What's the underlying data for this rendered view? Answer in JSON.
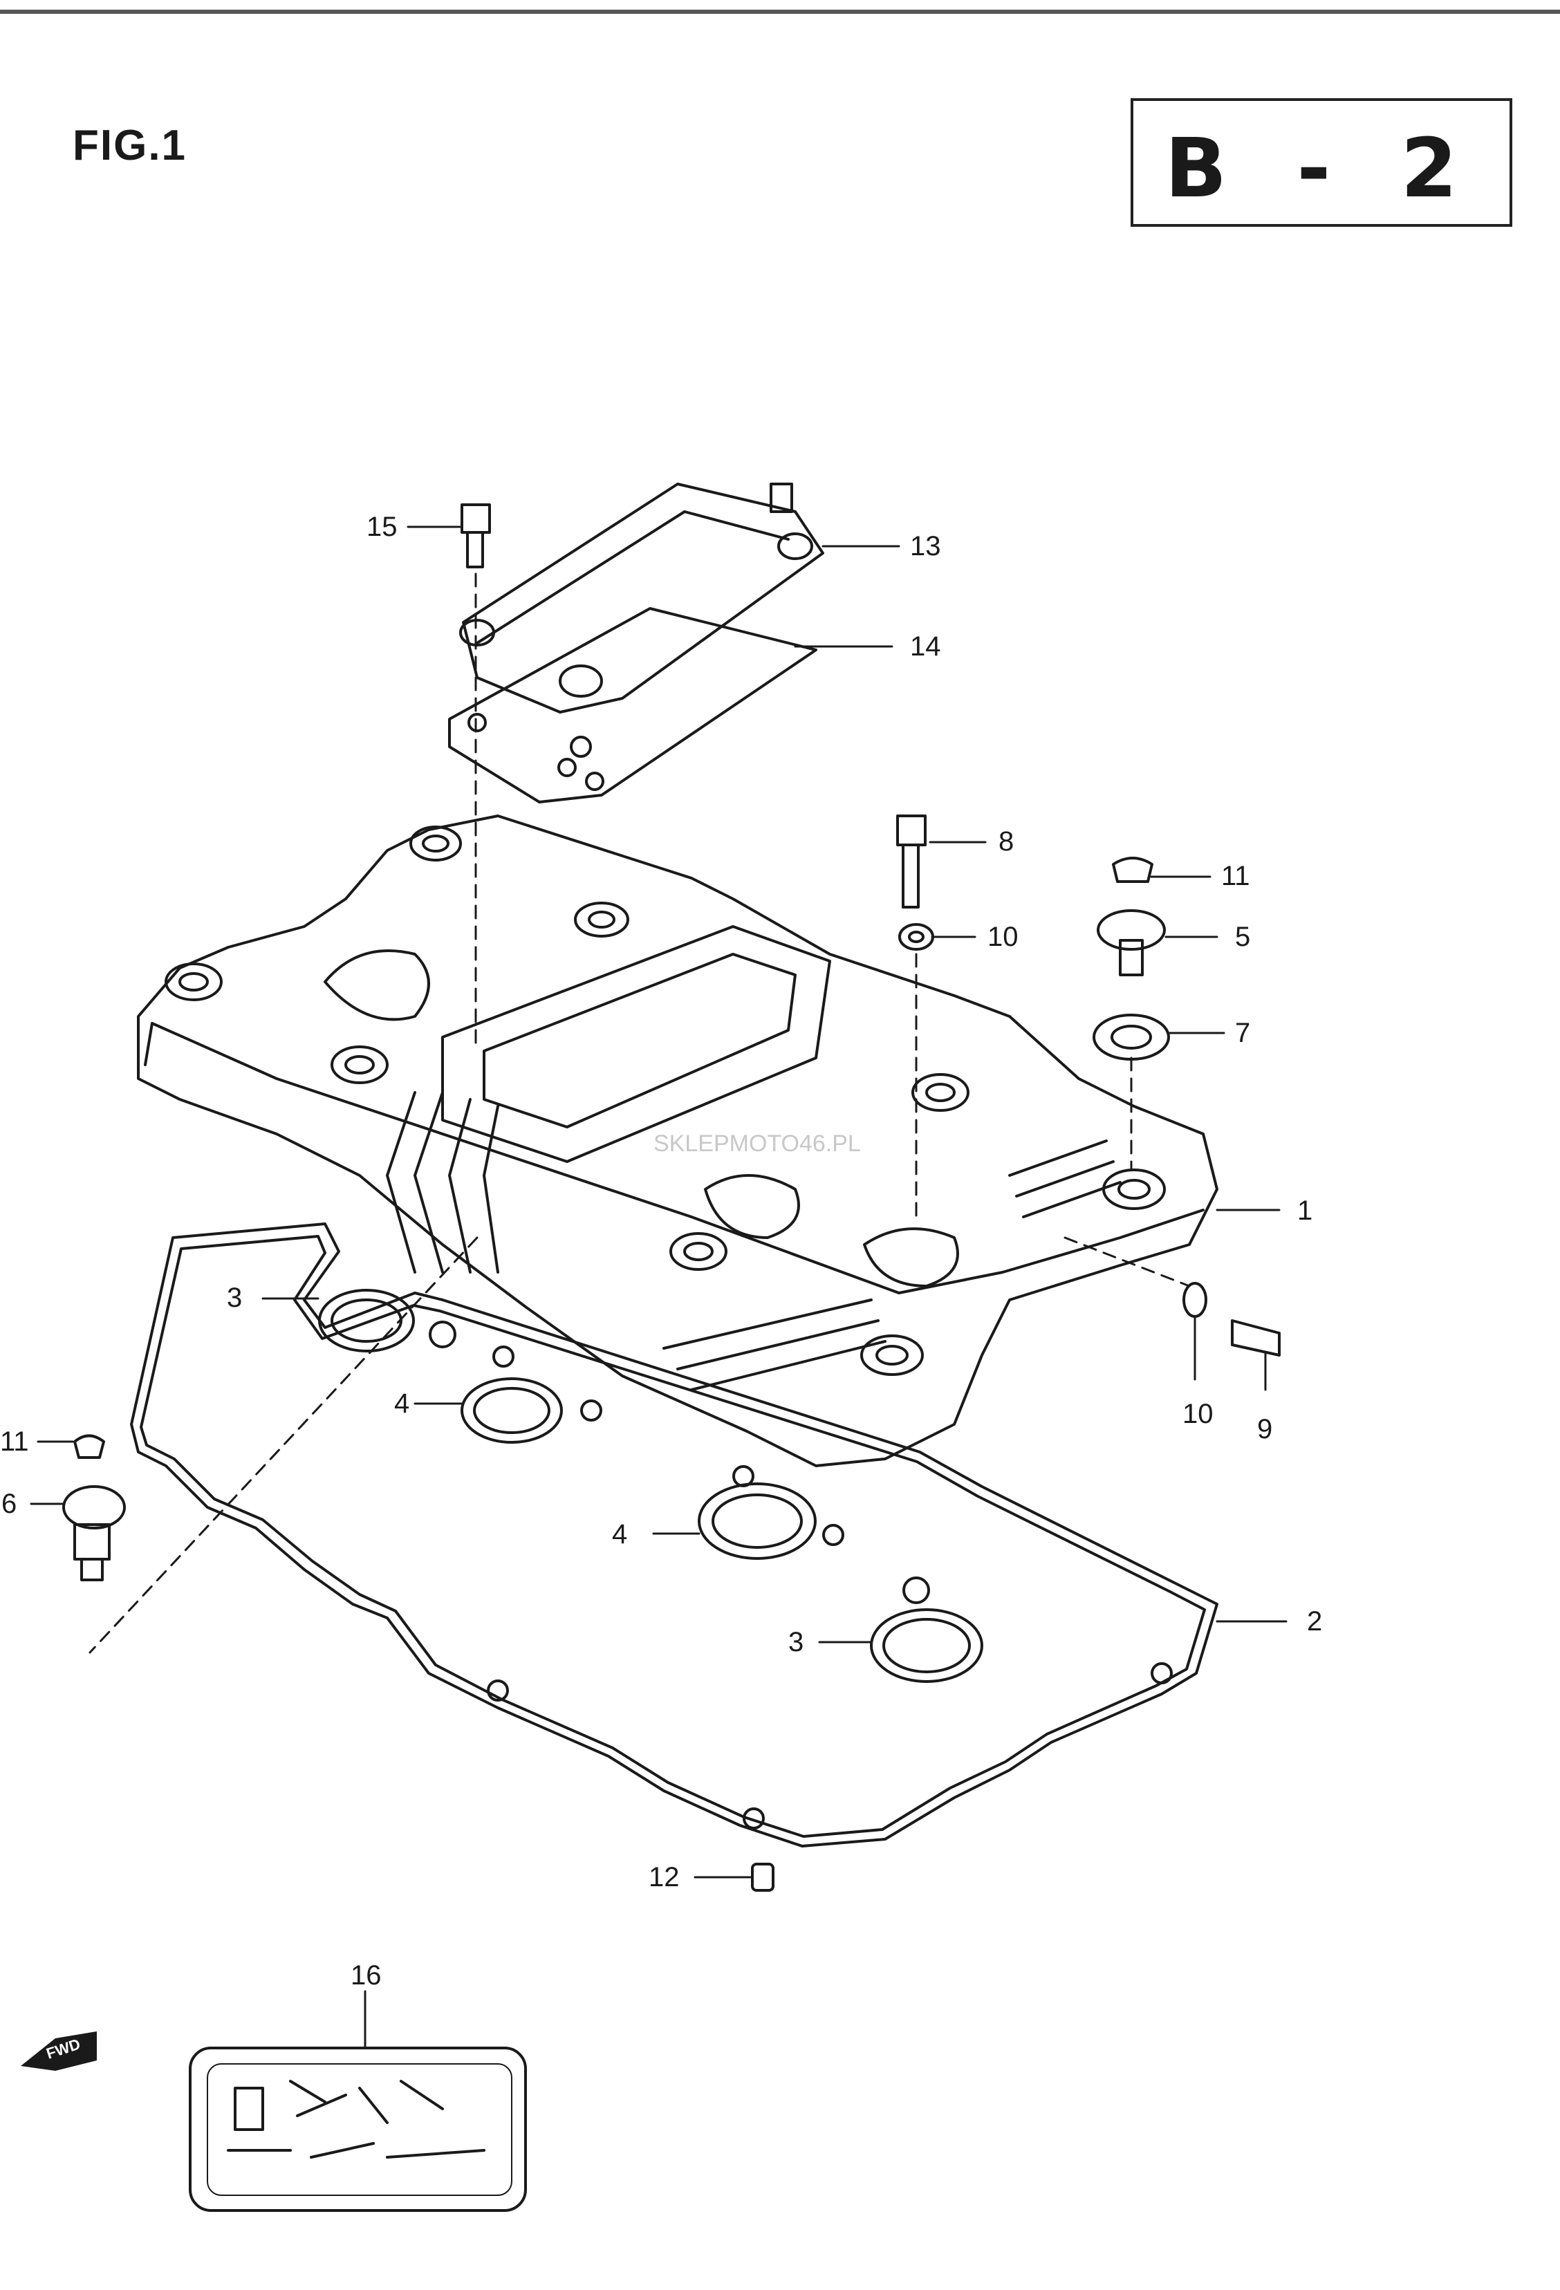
{
  "figure": {
    "label": "FIG.1",
    "page_code": "B - 2"
  },
  "watermark": "SKLEPMOTO46.PL",
  "fwd_marker": "FWD",
  "callouts": [
    {
      "id": "c15",
      "text": "15"
    },
    {
      "id": "c13",
      "text": "13"
    },
    {
      "id": "c14",
      "text": "14"
    },
    {
      "id": "c8",
      "text": "8"
    },
    {
      "id": "c11a",
      "text": "11"
    },
    {
      "id": "c5",
      "text": "5"
    },
    {
      "id": "c10a",
      "text": "10"
    },
    {
      "id": "c7",
      "text": "7"
    },
    {
      "id": "c1",
      "text": "1"
    },
    {
      "id": "c10b",
      "text": "10"
    },
    {
      "id": "c9",
      "text": "9"
    },
    {
      "id": "c3a",
      "text": "3"
    },
    {
      "id": "c4a",
      "text": "4"
    },
    {
      "id": "c11b",
      "text": "11"
    },
    {
      "id": "c6",
      "text": "6"
    },
    {
      "id": "c4b",
      "text": "4"
    },
    {
      "id": "c3b",
      "text": "3"
    },
    {
      "id": "c2",
      "text": "2"
    },
    {
      "id": "c12",
      "text": "12"
    },
    {
      "id": "c16",
      "text": "16"
    }
  ]
}
